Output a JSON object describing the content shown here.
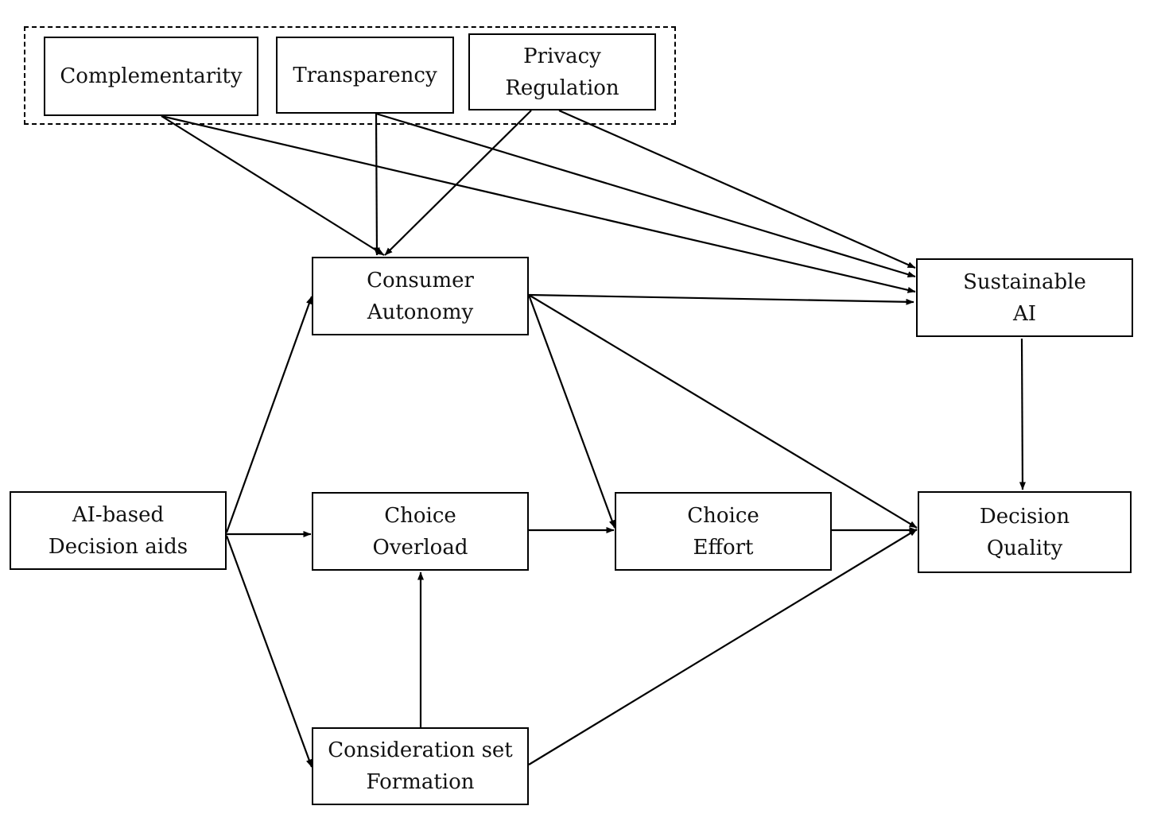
{
  "diagram": {
    "nodes": {
      "complementarity": {
        "lines": [
          "Complementarity"
        ]
      },
      "transparency": {
        "lines": [
          "Transparency"
        ]
      },
      "privacy": {
        "lines": [
          "Privacy",
          "Regulation"
        ]
      },
      "consumer_autonomy": {
        "lines": [
          "Consumer",
          "Autonomy"
        ]
      },
      "sustainable_ai": {
        "lines": [
          "Sustainable",
          "AI"
        ]
      },
      "ai_decision_aids": {
        "lines": [
          "AI-based",
          "Decision aids"
        ]
      },
      "choice_overload": {
        "lines": [
          "Choice",
          "Overload"
        ]
      },
      "choice_effort": {
        "lines": [
          "Choice",
          "Effort"
        ]
      },
      "decision_quality": {
        "lines": [
          "Decision",
          "Quality"
        ]
      },
      "consideration_set": {
        "lines": [
          "Consideration set",
          "Formation"
        ]
      }
    },
    "edges": [
      {
        "from": "complementarity",
        "to": "consumer_autonomy"
      },
      {
        "from": "complementarity",
        "to": "sustainable_ai"
      },
      {
        "from": "transparency",
        "to": "consumer_autonomy"
      },
      {
        "from": "transparency",
        "to": "sustainable_ai"
      },
      {
        "from": "privacy",
        "to": "consumer_autonomy"
      },
      {
        "from": "privacy",
        "to": "sustainable_ai"
      },
      {
        "from": "consumer_autonomy",
        "to": "sustainable_ai"
      },
      {
        "from": "consumer_autonomy",
        "to": "choice_effort"
      },
      {
        "from": "consumer_autonomy",
        "to": "decision_quality"
      },
      {
        "from": "sustainable_ai",
        "to": "decision_quality"
      },
      {
        "from": "ai_decision_aids",
        "to": "consumer_autonomy"
      },
      {
        "from": "ai_decision_aids",
        "to": "choice_overload"
      },
      {
        "from": "ai_decision_aids",
        "to": "consideration_set"
      },
      {
        "from": "choice_overload",
        "to": "choice_effort"
      },
      {
        "from": "choice_effort",
        "to": "decision_quality"
      },
      {
        "from": "consideration_set",
        "to": "choice_overload"
      },
      {
        "from": "consideration_set",
        "to": "decision_quality"
      }
    ]
  }
}
